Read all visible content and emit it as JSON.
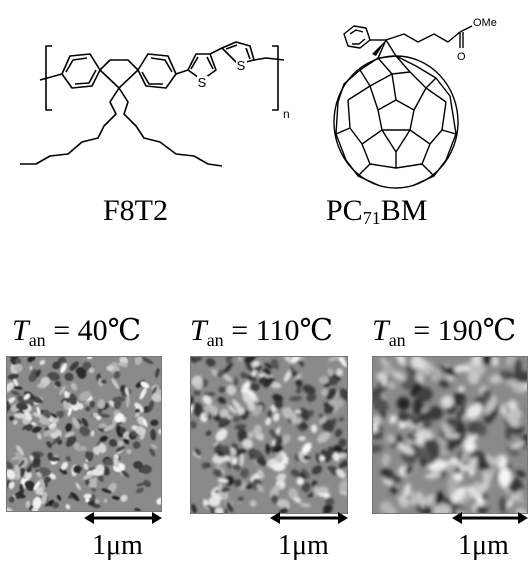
{
  "molecules": {
    "f8t2": {
      "label": "F8T2",
      "repeat_unit": "n",
      "atoms": {
        "s1": "S",
        "s2": "S"
      }
    },
    "pcbm": {
      "label_prefix": "PC",
      "label_sub": "71",
      "label_suffix": "BM",
      "ester": "OMe",
      "carbonyl": "O"
    }
  },
  "panels": [
    {
      "t_symbol": "T",
      "t_sub": "an",
      "value": " = 40℃",
      "scale": "1μm",
      "seed": 7,
      "blur": 0.9
    },
    {
      "t_symbol": "T",
      "t_sub": "an",
      "value": " = 110℃",
      "scale": "1μm",
      "seed": 19,
      "blur": 1.2
    },
    {
      "t_symbol": "T",
      "t_sub": "an",
      "value": " = 190℃",
      "scale": "1μm",
      "seed": 31,
      "blur": 2.0
    }
  ]
}
